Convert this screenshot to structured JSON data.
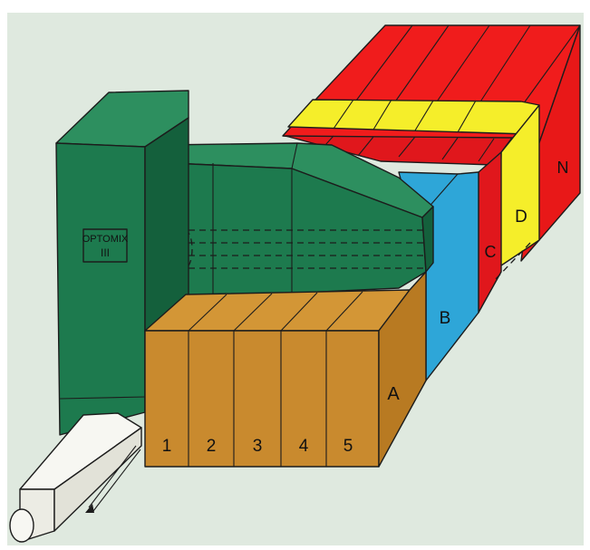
{
  "diagram": {
    "machine_label_line1": "OPTOMIX",
    "machine_label_line2": "III",
    "front_section_labels": [
      "1",
      "2",
      "3",
      "4",
      "5"
    ],
    "layer_labels": {
      "a": "A",
      "b": "B",
      "c": "C",
      "d": "D",
      "n": "N"
    },
    "colors": {
      "machine": "#1d7a4e",
      "machine_dark": "#14603c",
      "machine_light": "#2d8f5f",
      "block_a": "#c98a2e",
      "block_a_side": "#b87a22",
      "layer_b": "#2ea6d8",
      "layer_c": "#e0171c",
      "layer_d": "#f5ee2a",
      "layer_n": "#f01c1c",
      "background": "#dfe9df",
      "outlet": "#f7f7f2"
    }
  }
}
